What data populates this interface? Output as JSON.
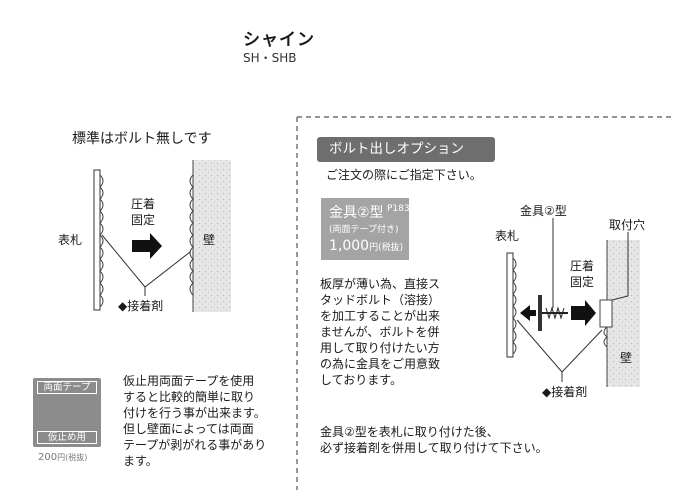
{
  "header": {
    "title": "シャイン",
    "subtitle": "SH・SHB"
  },
  "left": {
    "heading": "標準はボルト無しです",
    "diagram": {
      "plate_label": "表札",
      "press_label_1": "圧着",
      "press_label_2": "固定",
      "wall_label": "壁",
      "adhesive_label": "◆接着剤"
    },
    "tape": {
      "top_label": "両面テープ",
      "bottom_label": "仮止め用",
      "price": "200",
      "unit": "円(税抜)"
    },
    "description": [
      "仮止用両面テープを使用",
      "すると比較的簡単に取り",
      "付けを行う事が出来ます。",
      "但し壁面によっては両面",
      "テープが剥がれる事があり",
      "ます。"
    ]
  },
  "right": {
    "banner": "ボルト出しオプション",
    "order_note": "ご注文の際にご指定下さい。",
    "price_card": {
      "name": "金具②型",
      "page": "P183",
      "note": "(両面テープ付き)",
      "price": "1,000",
      "unit": "円(税抜)"
    },
    "description": [
      "板厚が薄い為、直接ス",
      "タッドボルト（溶接）",
      "を加工することが出来",
      "ませんが、ボルトを併",
      "用して取り付けたい方",
      "の為に金具をご用意致",
      "しております。"
    ],
    "diagram": {
      "bracket_label": "金具②型",
      "plate_label": "表札",
      "hole_label": "取付穴",
      "press_label_1": "圧着",
      "press_label_2": "固定",
      "wall_label": "壁",
      "adhesive_label": "◆接着剤"
    },
    "footer": [
      "金具②型を表札に取り付けた後、",
      "必ず接着剤を併用して取り付けて下さい。"
    ]
  },
  "colors": {
    "banner": "#6e6e6e",
    "price_card": "#a4a4a4",
    "tape_card": "#8c8c8c",
    "wall": "#e6e6e6"
  }
}
